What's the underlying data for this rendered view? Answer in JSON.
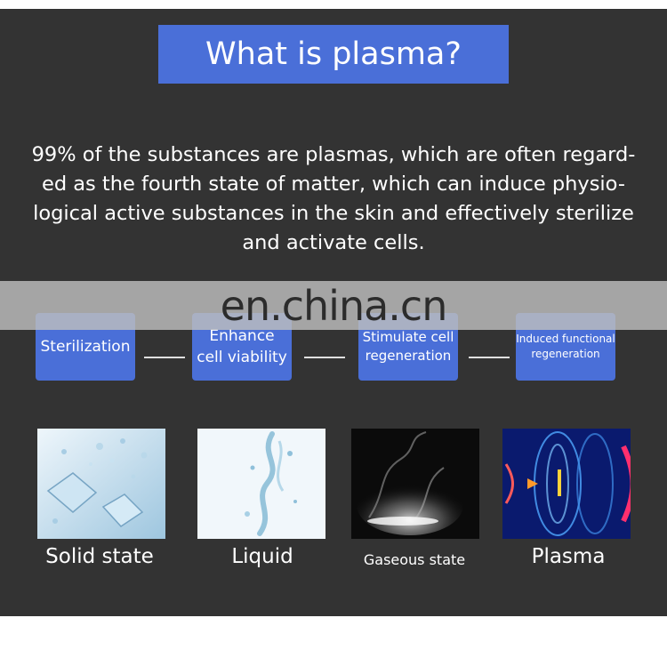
{
  "header": {
    "title": "What is plasma?"
  },
  "intro": {
    "lines": [
      "99% of the substances are plasmas, which are often regard-",
      "ed as the fourth state of matter, which can induce physio-",
      "logical active substances in the skin and effectively sterilize",
      "and activate cells."
    ]
  },
  "watermark": "en.china.cn",
  "features": [
    {
      "lines": [
        "Sterilization"
      ]
    },
    {
      "lines": [
        "Enhance",
        "cell viability"
      ]
    },
    {
      "lines": [
        "Stimulate cell",
        "regeneration"
      ]
    },
    {
      "lines": [
        "Induced functional",
        "regeneration"
      ]
    }
  ],
  "states": [
    {
      "label": "Solid state",
      "image": "ice-cubes"
    },
    {
      "label": "Liquid",
      "image": "water-splash"
    },
    {
      "label": "Gaseous state",
      "image": "smoke"
    },
    {
      "label": "Plasma",
      "image": "plasma-field"
    }
  ],
  "colors": {
    "panel": "#333333",
    "accent": "#4a6fd8",
    "text": "#ffffff"
  }
}
